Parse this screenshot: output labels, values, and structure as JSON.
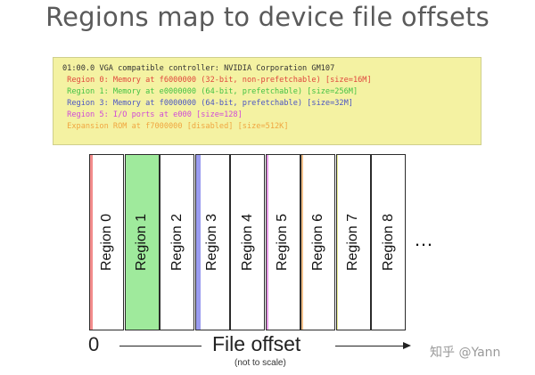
{
  "title": "Regions map to device file offsets",
  "lspci": {
    "lines": [
      {
        "text": "01:00.0 VGA compatible controller: NVIDIA Corporation GM107",
        "color": "#333333"
      },
      {
        "text": " Region 0: Memory at f6000000 (32-bit, non-prefetchable) [size=16M]",
        "color": "#e0473d"
      },
      {
        "text": " Region 1: Memory at e0000000 (64-bit, prefetchable) [size=256M]",
        "color": "#44c244"
      },
      {
        "text": " Region 3: Memory at f0000000 (64-bit, prefetchable) [size=32M]",
        "color": "#4b55c4"
      },
      {
        "text": " Region 5: I/O ports at e000 [size=128]",
        "color": "#d04ad8"
      },
      {
        "text": " Expansion ROM at f7000000 [disabled] [size=512K]",
        "color": "#f0a640"
      }
    ]
  },
  "regions": [
    {
      "label": "Region 0",
      "color": "#f28c8c",
      "fill": 0.08
    },
    {
      "label": "Region 1",
      "color": "#9fea9c",
      "fill": 1.0
    },
    {
      "label": "Region 2",
      "color": "#ffffff",
      "fill": 0
    },
    {
      "label": "Region 3",
      "color": "#9a9cf0",
      "fill": 0.16
    },
    {
      "label": "Region 4",
      "color": "#ffffff",
      "fill": 0
    },
    {
      "label": "Region 5",
      "color": "#e79ae6",
      "fill": 0.08
    },
    {
      "label": "Region 6",
      "color": "#f2c08a",
      "fill": 0.05
    },
    {
      "label": "Region 7",
      "color": "#eef098",
      "fill": 0.05
    },
    {
      "label": "Region 8",
      "color": "#ffffff",
      "fill": 0
    }
  ],
  "ellipsis": "…",
  "axis": {
    "zero": "0",
    "title": "File offset",
    "note": "(not to scale)"
  },
  "watermark": "知乎 @Yann"
}
